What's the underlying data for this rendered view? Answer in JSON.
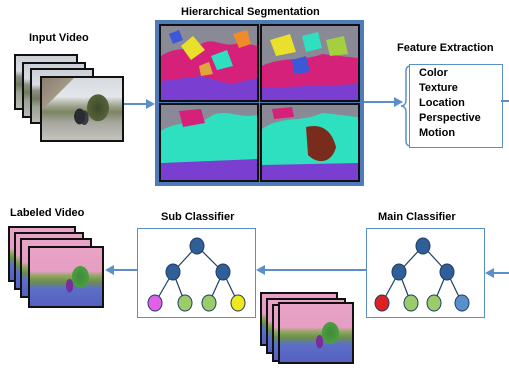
{
  "labels": {
    "input_video": "Input Video",
    "hierarchical_segmentation": "Hierarchical Segmentation",
    "feature_extraction": "Feature Extraction",
    "labeled_video": "Labeled Video",
    "sub_classifier": "Sub Classifier",
    "main_classifier": "Main Classifier"
  },
  "features": [
    "Color",
    "Texture",
    "Location",
    "Perspective",
    "Motion"
  ],
  "colors": {
    "arrow": "#5b8fc9",
    "node": "#2f5f96",
    "node_stroke": "#1e3d66",
    "panel_border": "#4f7bb8",
    "seg_magenta": "#d6217a",
    "seg_cyan": "#2ee0c0",
    "seg_purple": "#7a3fd0",
    "seg_yellow": "#e8e02a",
    "seg_grey": "#8a8a96",
    "seg_brown": "#7a2c1c",
    "sub_leaf_colors": [
      "#e060e8",
      "#9ccc6a",
      "#9ccc6a",
      "#f0e81c"
    ],
    "main_leaf_colors": [
      "#e02020",
      "#9ccc6a",
      "#9ccc6a",
      "#5b8fc9"
    ]
  }
}
